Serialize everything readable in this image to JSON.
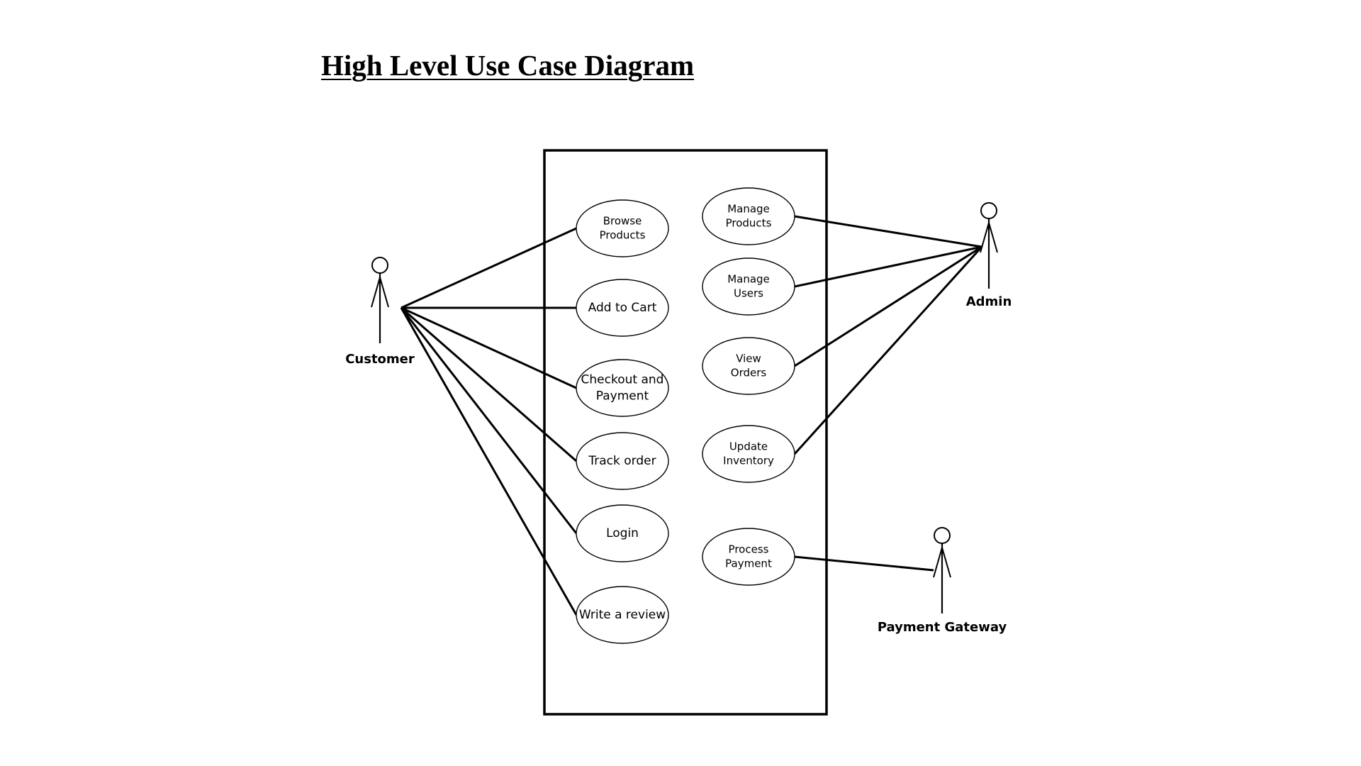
{
  "title": "High Level Use Case Diagram",
  "actors": {
    "customer": "Customer",
    "admin": "Admin",
    "payment_gateway": "Payment Gateway"
  },
  "use_cases": {
    "browse_products": [
      "Browse",
      "Products"
    ],
    "add_to_cart": [
      "Add to Cart"
    ],
    "checkout_payment": [
      "Checkout and",
      "Payment"
    ],
    "track_order": [
      "Track order"
    ],
    "login": [
      "Login"
    ],
    "write_review": [
      "Write a review"
    ],
    "manage_products": [
      "Manage",
      "Products"
    ],
    "manage_users": [
      "Manage",
      "Users"
    ],
    "view_orders": [
      "View",
      "Orders"
    ],
    "update_inventory": [
      "Update",
      "Inventory"
    ],
    "process_payment": [
      "Process",
      "Payment"
    ]
  },
  "associations": [
    [
      "customer",
      "browse_products"
    ],
    [
      "customer",
      "add_to_cart"
    ],
    [
      "customer",
      "checkout_payment"
    ],
    [
      "customer",
      "track_order"
    ],
    [
      "customer",
      "login"
    ],
    [
      "customer",
      "write_review"
    ],
    [
      "admin",
      "manage_products"
    ],
    [
      "admin",
      "manage_users"
    ],
    [
      "admin",
      "view_orders"
    ],
    [
      "admin",
      "update_inventory"
    ],
    [
      "payment_gateway",
      "process_payment"
    ]
  ]
}
